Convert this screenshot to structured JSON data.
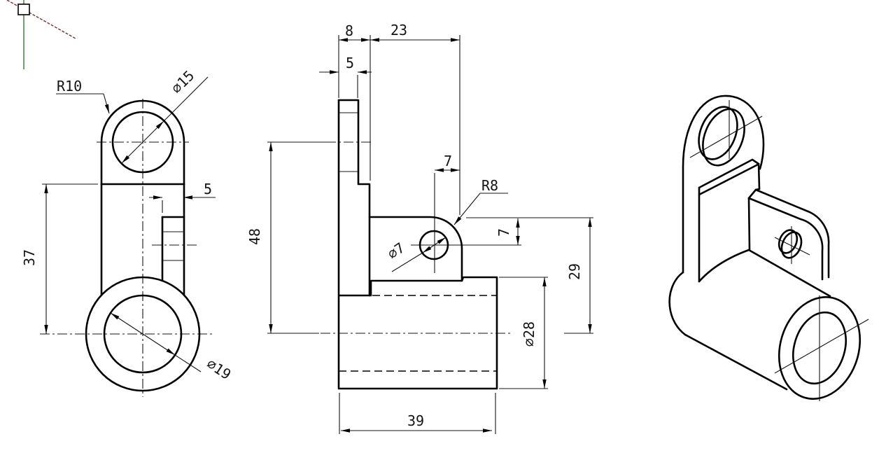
{
  "canvas": {
    "background": "#ffffff",
    "line_color": "#000000"
  },
  "cursor": {
    "name": "crosshair-with-pickbox",
    "vertical_line_color": "#2f7e32",
    "diagonal_line_color": "#7c2b2b",
    "pickbox_fill": "#ffffff"
  },
  "views": {
    "front": {
      "labels": {
        "top_radius": "R10",
        "top_hole_dia": "∅15",
        "tab_thickness": "5",
        "body_height": "37",
        "bore_dia": "∅19"
      }
    },
    "side": {
      "labels": {
        "body_thickness": "8",
        "tab_reach": "23",
        "plate_thickness": "5",
        "overall_height": "48",
        "hole_to_edge": "7",
        "corner_radius": "R8",
        "tab_hole_dia": "∅7",
        "hole_from_top": "7",
        "axis_height": "29",
        "cylinder_dia": "∅28",
        "cylinder_length": "39"
      }
    },
    "isometric": {}
  }
}
